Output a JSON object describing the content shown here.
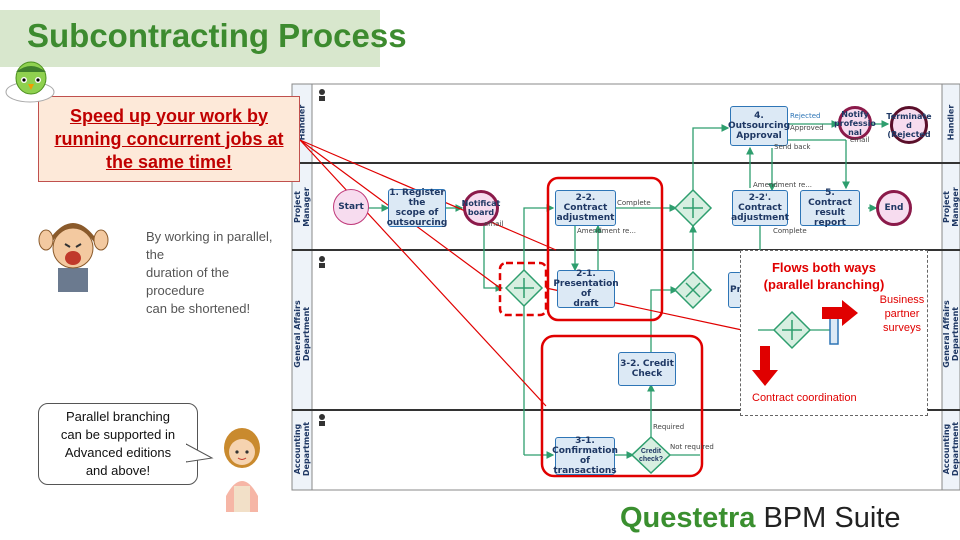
{
  "title": "Subcontracting Process",
  "callout": "Speed up your work by\nrunning concurrent jobs at\nthe same time!",
  "note": "By working in parallel, the\nduration of the procedure\ncan be shortened!",
  "bubble": "Parallel branching\ncan be supported in\nAdvanced editions\nand above!",
  "brand": {
    "main": "Questetra",
    "sub": " BPM Suite"
  },
  "lanes": {
    "handler": "Handler",
    "pm": "Project\nManager",
    "ga": "General Affairs Department",
    "acc": "Accounting\nDepartment",
    "right_handler": "Handler",
    "right_pm": "Project\nManager",
    "right_ga": "General Affairs Department",
    "right_acc": "Accounting\nDepartment"
  },
  "nodes": {
    "start": "Start",
    "register": "1. Register the\nscope of\noutsourcing",
    "notify_board": "Notificat\nboard",
    "contract_adj": "2-2. Contract\nadjustment",
    "presentation": "2-1.\nPresentation of\ndraft",
    "credit_check": "3-2. Credit\nCheck",
    "confirmation": "3-1.\nConfirmation\nof transactions",
    "credit_gw": "Credit\ncheck?",
    "outsourcing_approval": "4. Outsourcing\nApproval",
    "notify_prof": "Notify\nprofessio\nnal",
    "terminated": "Terminate\nd\n(Rejected",
    "contract_adj2": "2-2'. Contract\nadjustment",
    "result_report": "5. Contract\nresult report",
    "end": "End",
    "pr": "Pr"
  },
  "flow_labels": {
    "complete1": "Complete",
    "amendment1": "Amendment re...",
    "rejected": "Rejected",
    "approved": "Approved",
    "send_back": "Send back",
    "amendment2": "Amendment re...",
    "complete2": "Complete",
    "email1": "email",
    "email2": "email",
    "required": "Required",
    "not_required": "Not required"
  },
  "inset": {
    "title": "Flows both ways\n(parallel branching)",
    "business_partner": "Business\npartner\nsurveys",
    "contract_coord": "Contract coordination"
  }
}
